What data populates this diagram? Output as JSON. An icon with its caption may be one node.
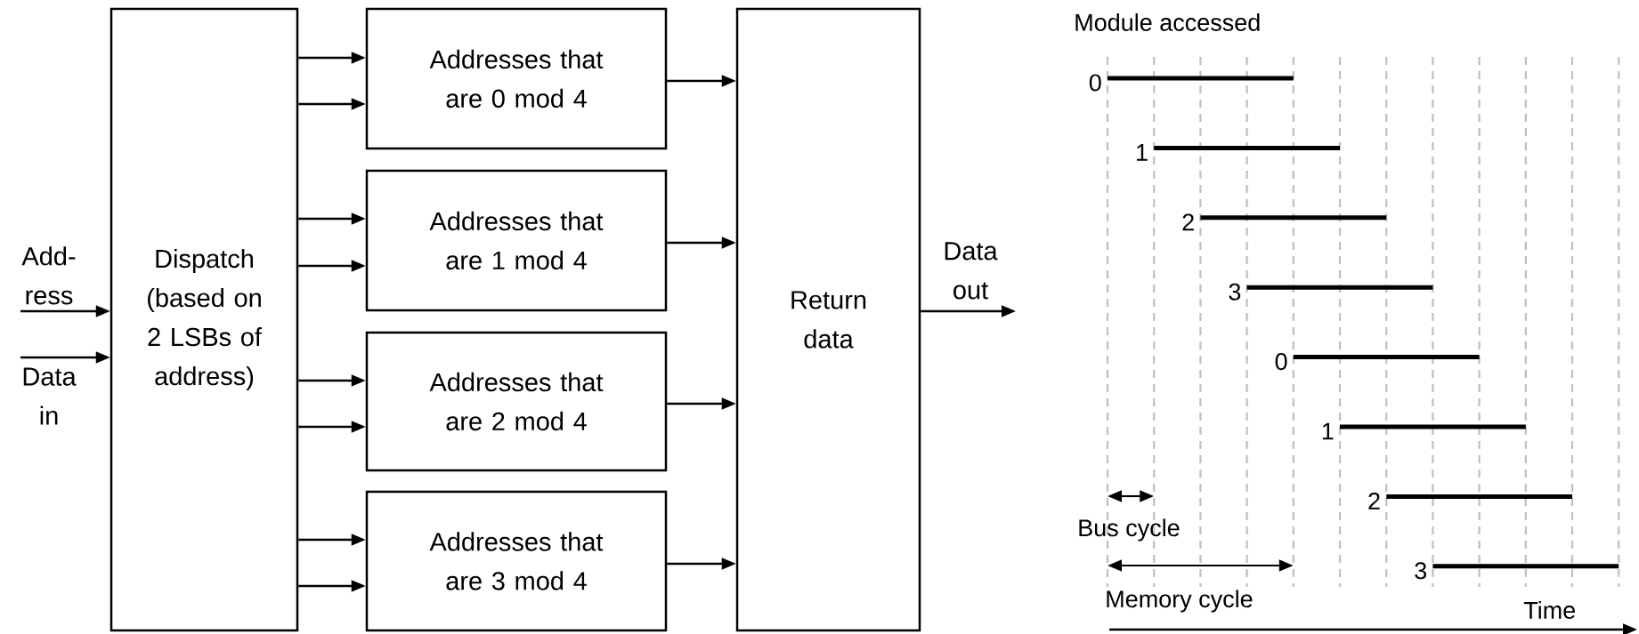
{
  "diagram": {
    "nodes": [
      {
        "text": [
          "Dispatch (based on 2 LSBs of address)"
        ]
      },
      {
        "text": [
          "Addresses that are 0 mod 4"
        ]
      },
      {
        "text": [
          "Addresses that are 1 mod 4"
        ]
      },
      {
        "text": [
          "Addresses that are 2 mod 4"
        ]
      },
      {
        "text": [
          "Addresses that are 3 mod 4"
        ]
      },
      {
        "text": [
          "Return data"
        ]
      }
    ],
    "edges": [
      {
        "from": null,
        "to": 0,
        "arrow": "to",
        "label": "Add- ress"
      },
      {
        "from": null,
        "to": 0,
        "arrow": "to",
        "label": "Data in"
      },
      {
        "from": 0,
        "to": 1,
        "arrow": "to"
      },
      {
        "from": 0,
        "to": 1,
        "arrow": "to"
      },
      {
        "from": 0,
        "to": 2,
        "arrow": "to"
      },
      {
        "from": 0,
        "to": 2,
        "arrow": "to"
      },
      {
        "from": 0,
        "to": 3,
        "arrow": "to"
      },
      {
        "from": 0,
        "to": 3,
        "arrow": "to"
      },
      {
        "from": 0,
        "to": 4,
        "arrow": "to"
      },
      {
        "from": 0,
        "to": 4,
        "arrow": "to"
      },
      {
        "from": 1,
        "to": 5,
        "arrow": "to"
      },
      {
        "from": 2,
        "to": 5,
        "arrow": "to"
      },
      {
        "from": 3,
        "to": 5,
        "arrow": "to"
      },
      {
        "from": 4,
        "to": 5,
        "arrow": "to"
      },
      {
        "from": 5,
        "to": null,
        "arrow": "to",
        "label": "Data out"
      }
    ],
    "labels": [
      "Module accessed",
      "0",
      "1",
      "2",
      "3",
      "0",
      "1",
      "2",
      "3",
      "Bus cycle",
      "Memory cycle",
      "Time"
    ]
  }
}
